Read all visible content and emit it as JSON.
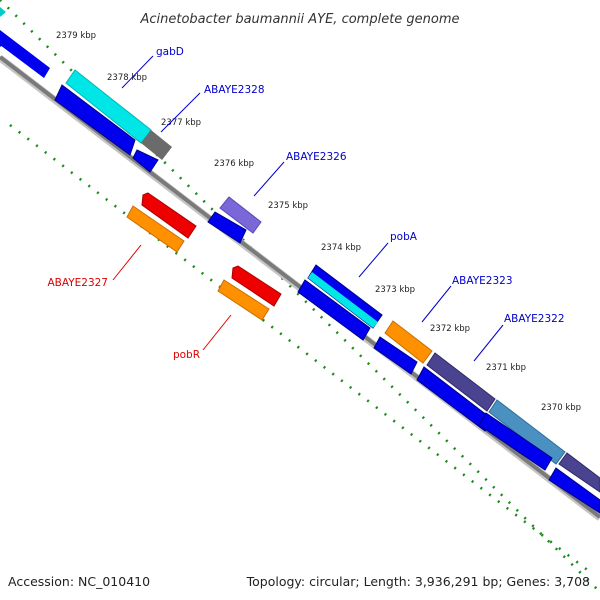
{
  "title": "Acinetobacter baumannii AYE, complete genome",
  "footer": {
    "accession": "Accession: NC_010410",
    "info": "Topology: circular; Length: 3,936,291 bp; Genes: 3,708"
  },
  "colors": {
    "backbone": "#808080",
    "tick": "#1f8a1f",
    "cds": "#0000ee",
    "forward_label": "#0000cc",
    "reverse_label": "#dd0000",
    "cyan": "#00e5e5",
    "gray": "#707070",
    "violet": "#7b68d8",
    "orange": "#ff9000",
    "red": "#ee0000",
    "slate": "#4a4390",
    "steel": "#4a90c0"
  },
  "kbp_labels": [
    "2379 kbp",
    "2378 kbp",
    "2377 kbp",
    "2376 kbp",
    "2375 kbp",
    "2374 kbp",
    "2373 kbp",
    "2372 kbp",
    "2371 kbp",
    "2370 kbp"
  ],
  "forward_gene_labels": [
    "gabD",
    "ABAYE2328",
    "ABAYE2326",
    "pobA",
    "ABAYE2323",
    "ABAYE2322"
  ],
  "reverse_gene_labels": [
    "ABAYE2327",
    "pobR"
  ]
}
